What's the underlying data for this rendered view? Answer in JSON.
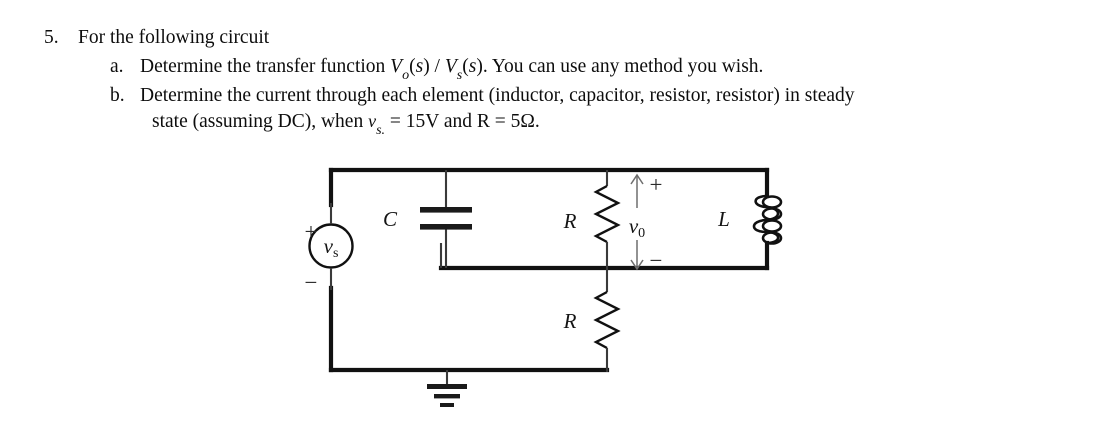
{
  "problem": {
    "number": "5.",
    "stem": "For the following circuit",
    "parts": [
      {
        "label": "a.",
        "text_segments": [
          {
            "type": "plain",
            "text": "Determine the transfer function "
          },
          {
            "type": "var",
            "text": "V",
            "sub": "o"
          },
          {
            "type": "plain",
            "text": "("
          },
          {
            "type": "var",
            "text": "s"
          },
          {
            "type": "plain",
            "text": ") / "
          },
          {
            "type": "var",
            "text": "V",
            "sub": "s"
          },
          {
            "type": "plain",
            "text": "("
          },
          {
            "type": "var",
            "text": "s"
          },
          {
            "type": "plain",
            "text": "). You can use any method you wish."
          }
        ],
        "plain_text": "Determine the transfer function Vo(s) / Vs(s). You can use any method you wish."
      },
      {
        "label": "b.",
        "plain_text": "Determine the current through each element (inductor, capacitor, resistor, resistor) in steady state (assuming DC), when vs. = 15V and R = 5Ω.",
        "line1": "Determine the current through each element (inductor, capacitor, resistor, resistor) in steady",
        "line2_pre": "state (assuming DC), when ",
        "line2_var": "v",
        "line2_var_sub": "s.",
        "line2_post": " = 15V and R = 5Ω."
      }
    ]
  },
  "circuit": {
    "title": "series-parallel RLC circuit with dependent ground",
    "components": [
      {
        "id": "vs",
        "type": "voltage-source",
        "label": "v",
        "sublabel": "s",
        "plus": "+",
        "minus": "−"
      },
      {
        "id": "c",
        "type": "capacitor",
        "label": "C"
      },
      {
        "id": "r1",
        "type": "resistor",
        "label": "R"
      },
      {
        "id": "r2",
        "type": "resistor",
        "label": "R"
      },
      {
        "id": "l",
        "type": "inductor",
        "label": "L"
      },
      {
        "id": "gnd",
        "type": "ground",
        "label": ""
      }
    ],
    "output_voltage": {
      "label": "v",
      "sublabel": "0",
      "plus": "+",
      "minus": "−"
    },
    "colors": {
      "wire": "#111111",
      "label": "#141414",
      "arrow": "#6e6e6e",
      "background": "#ffffff"
    }
  }
}
